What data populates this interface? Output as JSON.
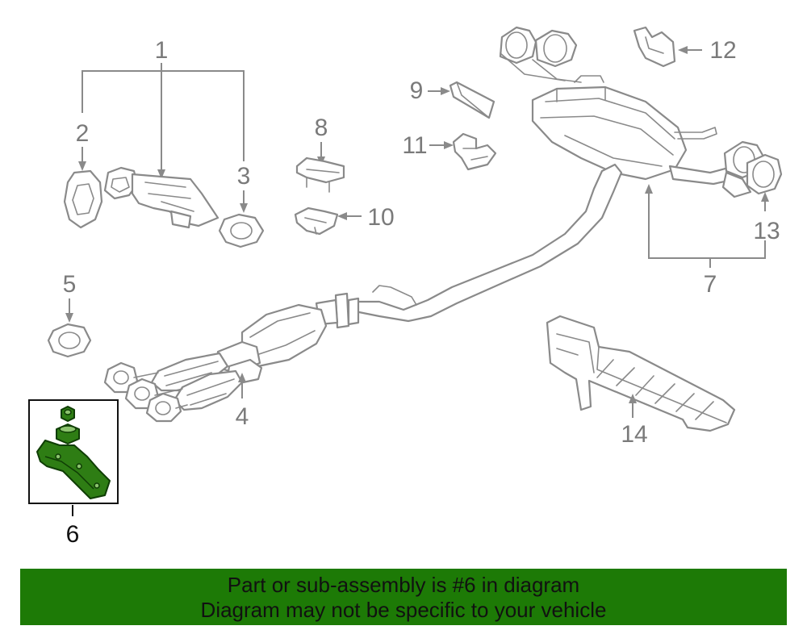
{
  "callouts": {
    "c1": "1",
    "c2": "2",
    "c3": "3",
    "c4": "4",
    "c5": "5",
    "c6": "6",
    "c7": "7",
    "c8": "8",
    "c9": "9",
    "c10": "10",
    "c11": "11",
    "c12": "12",
    "c13": "13",
    "c14": "14"
  },
  "banner": {
    "line1": "Part or sub-assembly is #6 in diagram",
    "line2": "Diagram may not be specific to your vehicle"
  },
  "colors": {
    "highlight": "#2e7d14",
    "banner": "#1d7a06",
    "line_art": "#8a8a8a"
  }
}
